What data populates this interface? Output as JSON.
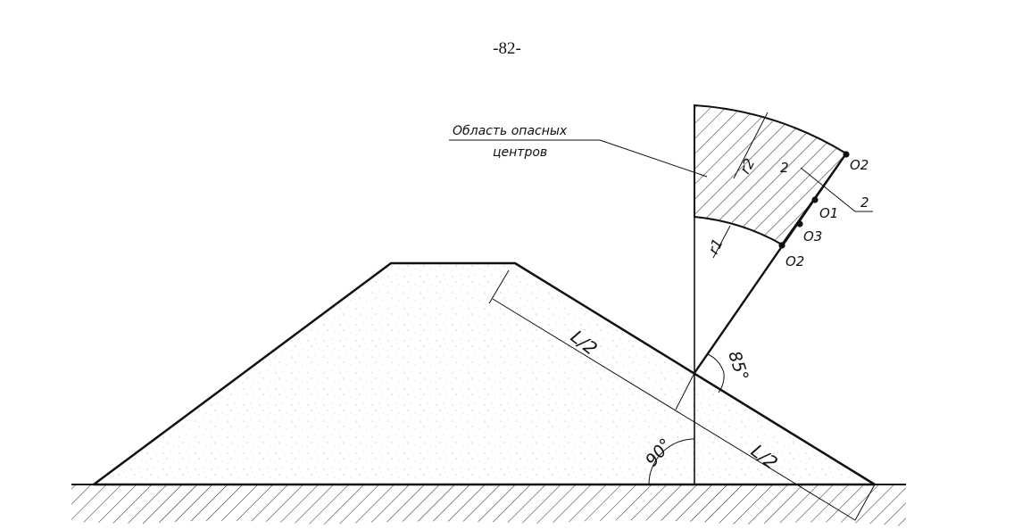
{
  "page": {
    "number": "-82-"
  },
  "diagram": {
    "hazard_area_label": [
      "Область опасных",
      "центров"
    ],
    "labels": {
      "r2": "r2",
      "r1": "r1",
      "two_inner": "2",
      "two_leader": "2",
      "o2_top": "O2",
      "o1": "O1",
      "o3": "O3",
      "o2_bottom": "O2",
      "half_length_upper": "L/2",
      "half_length_lower": "L/2",
      "angle_85": "85°",
      "angle_90": "90°"
    }
  }
}
